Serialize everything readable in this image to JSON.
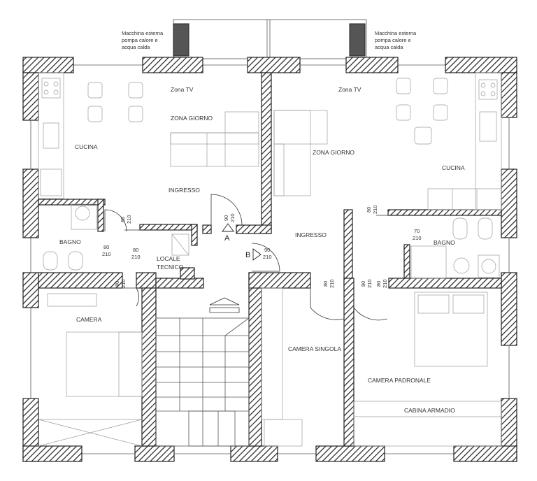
{
  "rooms": {
    "zona_tv_left": "Zona TV",
    "zona_tv_right": "Zona TV",
    "zona_giorno_left": "ZONA GIORNO",
    "zona_giorno_right": "ZONA GIORNO",
    "cucina_left": "CUCINA",
    "cucina_right": "CUCINA",
    "ingresso_left": "INGRESSO",
    "ingresso_right": "INGRESSO",
    "bagno_left": "BAGNO",
    "bagno_right": "BAGNO",
    "locale_tecnico_1": "LOCALE",
    "locale_tecnico_2": "TECNICO",
    "camera": "CAMERA",
    "camera_singola": "CAMERA SINGOLA",
    "camera_padronale": "CAMERA PADRONALE",
    "cabina_armadio": "CABINA ARMADIO"
  },
  "notes": {
    "left": [
      "Macchina esterna",
      "pompa calore e",
      "acqua calda"
    ],
    "right": [
      "Macchina esterna",
      "pompa calore e",
      "acqua calda"
    ]
  },
  "section_marks": {
    "a": "A",
    "b": "B"
  },
  "door_dims": [
    {
      "w": "80",
      "h": "210"
    },
    {
      "w": "80",
      "h": "210"
    },
    {
      "w": "80",
      "h": "210"
    },
    {
      "w": "80",
      "h": "210"
    },
    {
      "w": "90",
      "h": "210"
    },
    {
      "w": "90",
      "h": "210"
    },
    {
      "w": "80",
      "h": "210"
    },
    {
      "w": "80",
      "h": "210"
    },
    {
      "w": "80",
      "h": "210"
    },
    {
      "w": "80",
      "h": "210"
    },
    {
      "w": "70",
      "h": "210"
    }
  ]
}
